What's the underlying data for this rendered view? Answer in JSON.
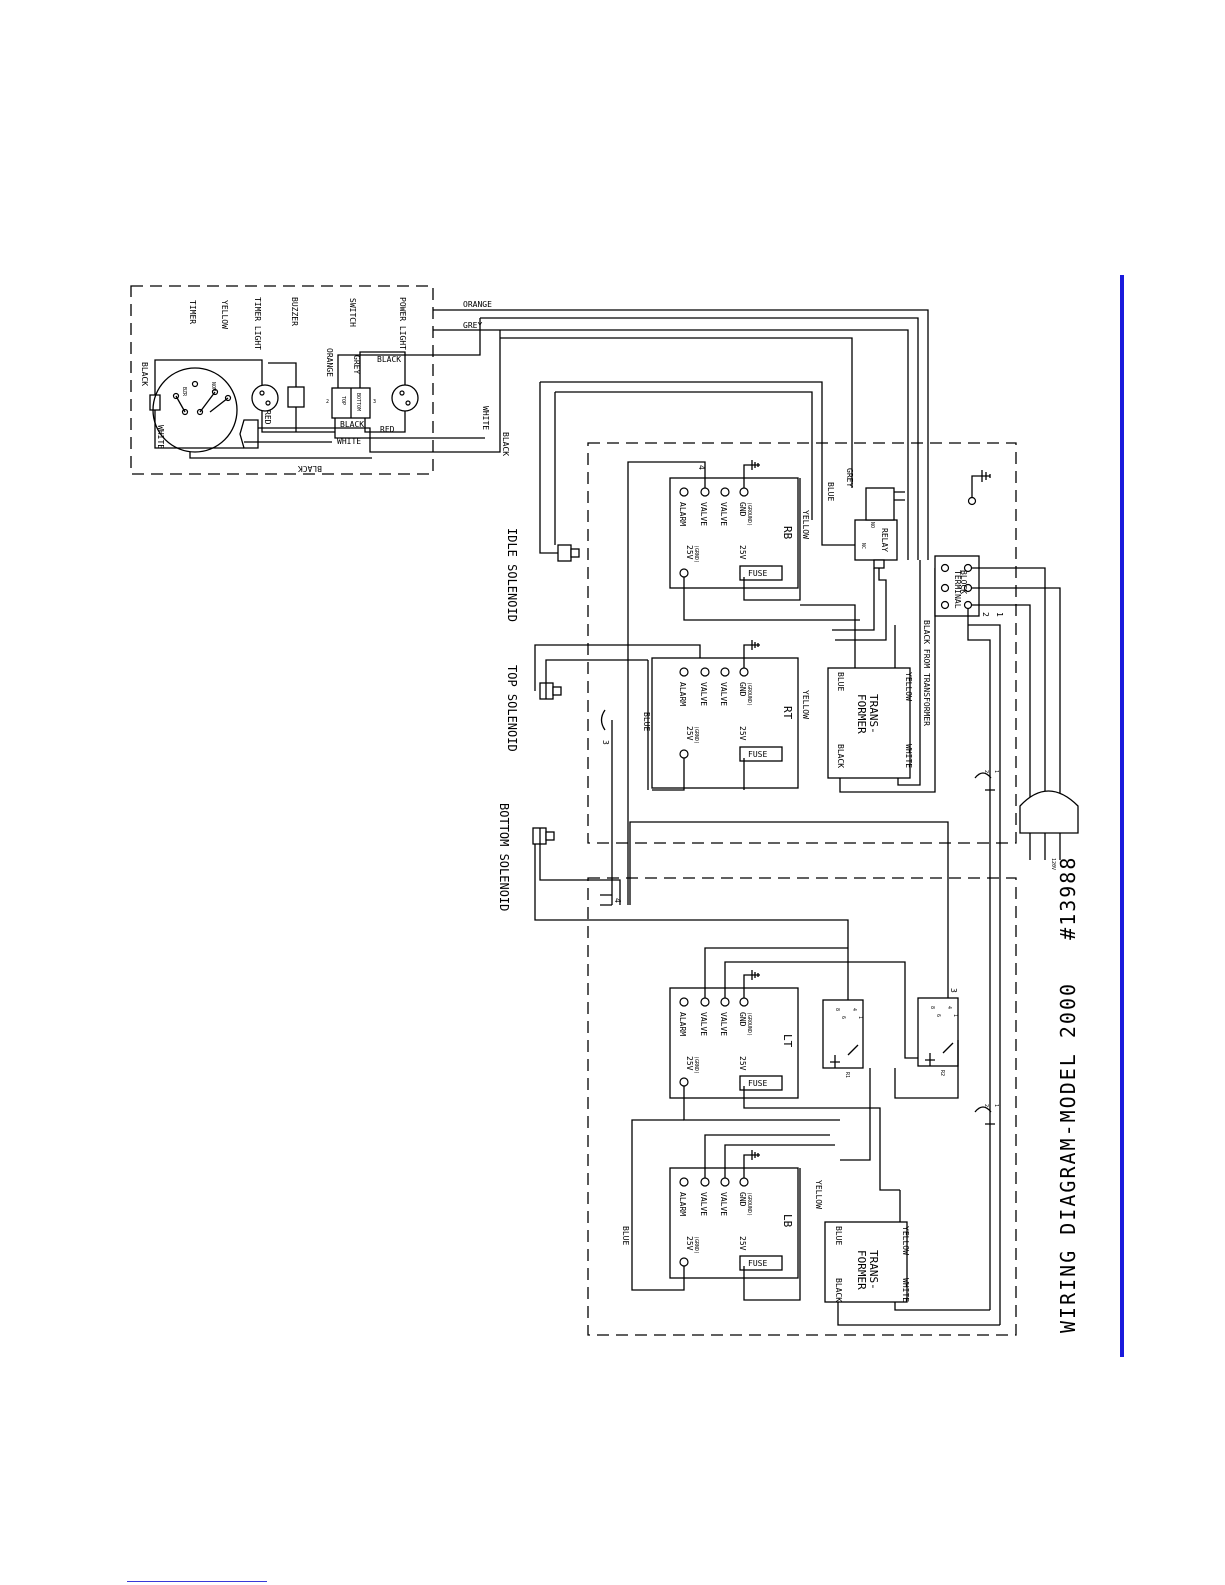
{
  "title": "WIRING DIAGRAM-MODEL 2000   #13988",
  "colors": {
    "accent_bar": "#1a1adc",
    "line": "#000000",
    "link": "#3a3ad8"
  },
  "panel": {
    "components": {
      "timer": "TIMER",
      "yellow": "YELLOW",
      "timer_light": "TIMER LIGHT",
      "buzzer": "BUZZER",
      "switch": "SWITCH",
      "power_light": "POWER LIGHT"
    },
    "timer_marks": {
      "bzr": "BZR",
      "nom": "NOM"
    },
    "switch_marks": {
      "top": "TOP",
      "bottom": "BOTTOM",
      "n2": "2",
      "n3": "3"
    },
    "wires": {
      "black1": "BLACK",
      "white1": "WHITE",
      "red1": "RED",
      "orange": "ORANGE",
      "grey": "GREY",
      "black2": "BLACK",
      "black3": "BLACK",
      "white2": "WHITE",
      "red2": "RED",
      "white3": "WHITE",
      "black4": "BLACK",
      "black5": "BLACK",
      "orange_top": "ORANGE",
      "grey_top": "GREY"
    }
  },
  "solenoids": {
    "idle": "IDLE SOLENOID",
    "top": "TOP SOLENOID",
    "bottom": "BOTTOM SOLENOID"
  },
  "modules": [
    {
      "id": "RB",
      "alarm": "ALARM",
      "valve1": "VALVE",
      "valve2": "VALVE",
      "gnd": "GND",
      "gnd_sub": "(GROUND)",
      "v25a": "25V",
      "v25a_sub": "(GRND)",
      "v25b": "25V",
      "fuse": "FUSE",
      "side": "YELLOW"
    },
    {
      "id": "RT",
      "alarm": "ALARM",
      "valve1": "VALVE",
      "valve2": "VALVE",
      "gnd": "GND",
      "gnd_sub": "(GROUND)",
      "v25a": "25V",
      "v25a_sub": "(GRND)",
      "v25b": "25V",
      "fuse": "FUSE",
      "side": "YELLOW"
    },
    {
      "id": "LT",
      "alarm": "ALARM",
      "valve1": "VALVE",
      "valve2": "VALVE",
      "gnd": "GND",
      "gnd_sub": "(GROUND)",
      "v25a": "25V",
      "v25a_sub": "(GRND)",
      "v25b": "25V",
      "fuse": "FUSE",
      "side": ""
    },
    {
      "id": "LB",
      "alarm": "ALARM",
      "valve1": "VALVE",
      "valve2": "VALVE",
      "gnd": "GND",
      "gnd_sub": "(GROUND)",
      "v25a": "25V",
      "v25a_sub": "(GRND)",
      "v25b": "25V",
      "fuse": "FUSE",
      "side": "YELLOW"
    }
  ],
  "relay": {
    "label": "RELAY",
    "nc": "NC",
    "no": "NO",
    "wire_blue": "BLUE",
    "wire_grey": "GREY"
  },
  "transformers": [
    {
      "line1": "TRANS-",
      "line2": "FORMER",
      "blue": "BLUE",
      "yellow": "YELLOW",
      "black": "BLACK",
      "white": "WHITE"
    },
    {
      "line1": "TRANS-",
      "line2": "FORMER",
      "blue": "BLUE",
      "yellow": "YELLOW",
      "black": "BLACK",
      "white": "WHITE"
    }
  ],
  "terminal_block": {
    "line1": "TERMINAL",
    "line2": "BLOCK",
    "n2": "2",
    "n1": "1"
  },
  "black_from_transformer": "BLACK FROM TRANSFORMER",
  "plug_voltage": "120V",
  "wire_labels": {
    "blue_rt": "BLUE",
    "blue_lb": "BLUE",
    "yellow_lb": "YELLOW",
    "four_top": "4",
    "three_top": "3",
    "four_bottom": "4",
    "three_r2": "3"
  },
  "relays_small": [
    {
      "label": "R1",
      "c8": "8",
      "c6": "6",
      "c4": "4",
      "c1": "1"
    },
    {
      "label": "R2",
      "c8": "8",
      "c6": "6",
      "c4": "4",
      "c1": "1"
    }
  ],
  "connectors": {
    "n2a": "2",
    "n1a": "1",
    "n2b": "2",
    "n1b": "1"
  }
}
